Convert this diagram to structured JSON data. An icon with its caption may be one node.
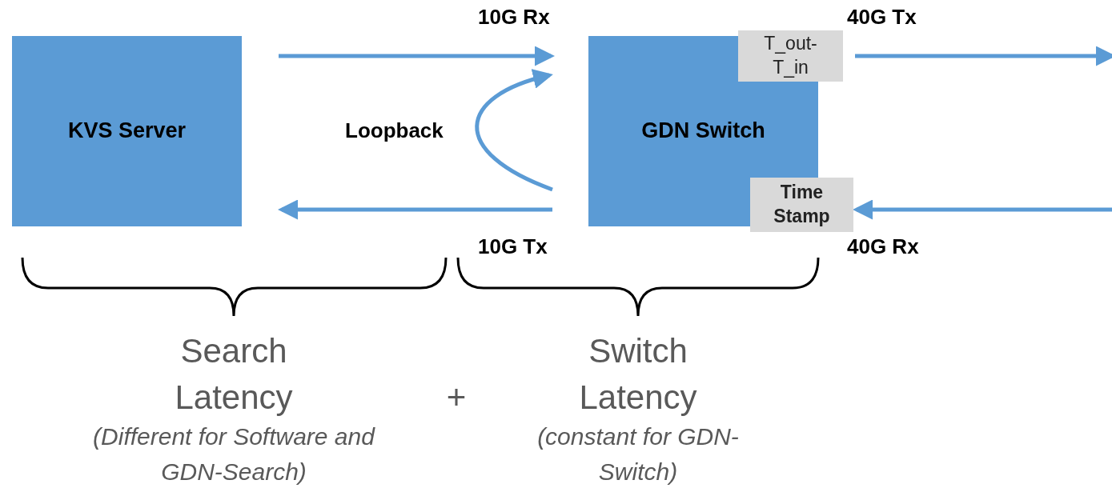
{
  "diagram": {
    "nodes": [
      {
        "text": [
          "KVS Server"
        ]
      },
      {
        "text": [
          "GDN Switch"
        ]
      },
      {
        "text": [
          "T_out- T_in"
        ]
      },
      {
        "text": [
          "Time Stamp"
        ]
      }
    ],
    "edges": [
      {
        "from": 0,
        "to": 1,
        "arrow": "to",
        "label": "10G Rx"
      },
      {
        "from": 1,
        "to": 0,
        "arrow": "to",
        "label": "10G Tx"
      },
      {
        "from": null,
        "to": 1,
        "arrow": "to",
        "label": "Loopback"
      },
      {
        "from": 2,
        "to": null,
        "arrow": "to",
        "label": "40G Tx"
      },
      {
        "from": null,
        "to": 3,
        "arrow": "to",
        "label": "40G Rx"
      }
    ],
    "labels": [
      "Search Latency",
      "(Different for Software and GDN-Search)",
      "+",
      "Switch Latency",
      "(constant for GDN-Switch)"
    ]
  }
}
